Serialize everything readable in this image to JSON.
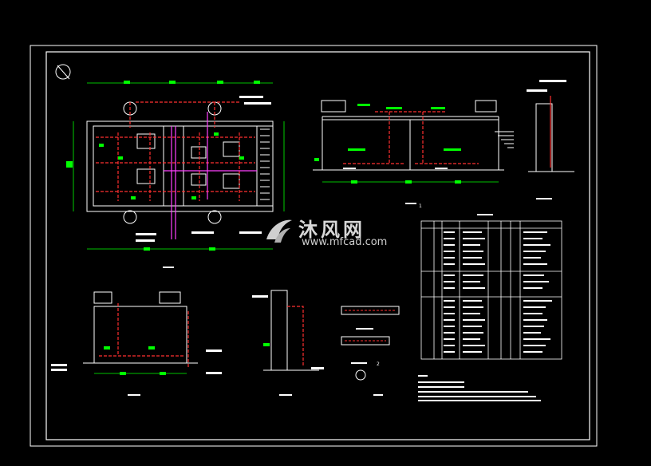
{
  "drawing": {
    "background": "#000000",
    "line_color": "#ffffff",
    "pipe_color": "#ff3030",
    "vent_color": "#ff40ff",
    "dim_color": "#00ff00",
    "note_color": "#ffffff"
  },
  "watermark": {
    "name": "沐风网",
    "url": "www.mfcad.com"
  },
  "detail_labels": {
    "detail_1": "1",
    "detail_2": "2"
  }
}
